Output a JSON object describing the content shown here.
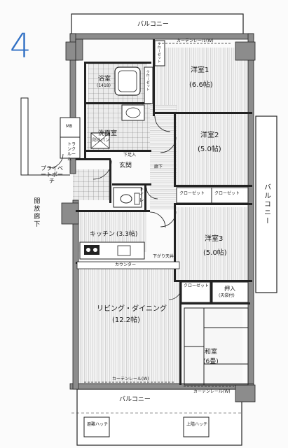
{
  "page_number": "4",
  "rooms": {
    "balcony_top": "バルコニー",
    "western1": "洋室1",
    "western1_size": "(6.6帖)",
    "western2": "洋室2",
    "western2_size": "(5.0帖)",
    "western3": "洋室3",
    "western3_size": "(5.0帖)",
    "bath": "浴室",
    "bath_size": "(1418)",
    "washroom": "洗面室",
    "waterproof_pan": "防水パン",
    "entrance": "玄関",
    "shoe_box": "下足入",
    "hallway": "廊下",
    "toilet": "トイレ",
    "trunk_room": "トランクルーム",
    "mb": "MB",
    "private_porch": "プライベートポーチ",
    "open_corridor": "開放廊下",
    "kitchen": "キッチン",
    "kitchen_size": "(3.3帖)",
    "counter": "カウンター",
    "lower_counter": "下がり天井",
    "living_dining": "リビング・ダイニング",
    "living_dining_size": "(12.2帖)",
    "balcony_right": "バルコニー",
    "closet_a": "クローゼット",
    "closet_b": "クローゼット",
    "closet_c": "クローゼット",
    "closet_d": "クローゼット",
    "closet_e": "クローゼット",
    "oshiire": "押入",
    "oshiire_note": "(天袋付)",
    "japanese": "和室",
    "japanese_size": "(6畳)",
    "balcony_bottom": "バルコニー",
    "curtain_1": "カーテンレール(W)",
    "curtain_2": "カーテンレール(W)",
    "curtain_3": "カーテンレール(W)",
    "evac_hatch": "避難ハッチ",
    "upper_hatch": "上階ハッチ"
  }
}
